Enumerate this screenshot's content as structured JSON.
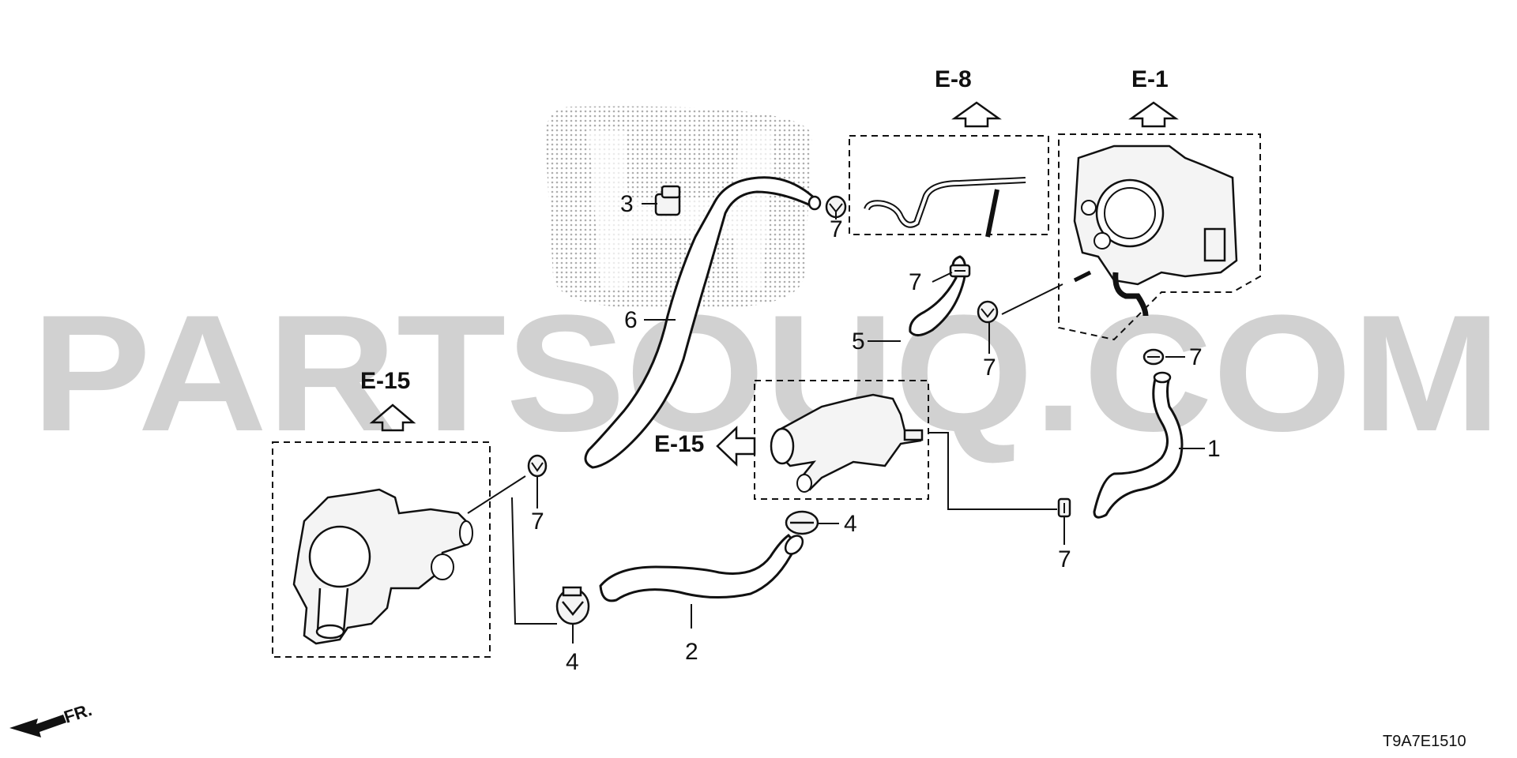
{
  "watermark": "PARTSOUQ.COM",
  "diagram_code": "T9A7E1510",
  "front_indicator": "FR.",
  "references": {
    "e8": "E-8",
    "e1": "E-1",
    "e15_left": "E-15",
    "e15_center": "E-15"
  },
  "callouts": {
    "c1": "1",
    "c2": "2",
    "c3": "3",
    "c4a": "4",
    "c4b": "4",
    "c5": "5",
    "c6": "6",
    "c7a": "7",
    "c7b": "7",
    "c7c": "7",
    "c7d": "7",
    "c7e": "7",
    "c7f": "7"
  },
  "colors": {
    "line": "#111111",
    "watermark": "#c9c9c9",
    "background": "#ffffff"
  },
  "icons": [
    "honda-logo-icon",
    "up-arrow-icon",
    "left-arrow-icon",
    "front-arrow-icon"
  ]
}
